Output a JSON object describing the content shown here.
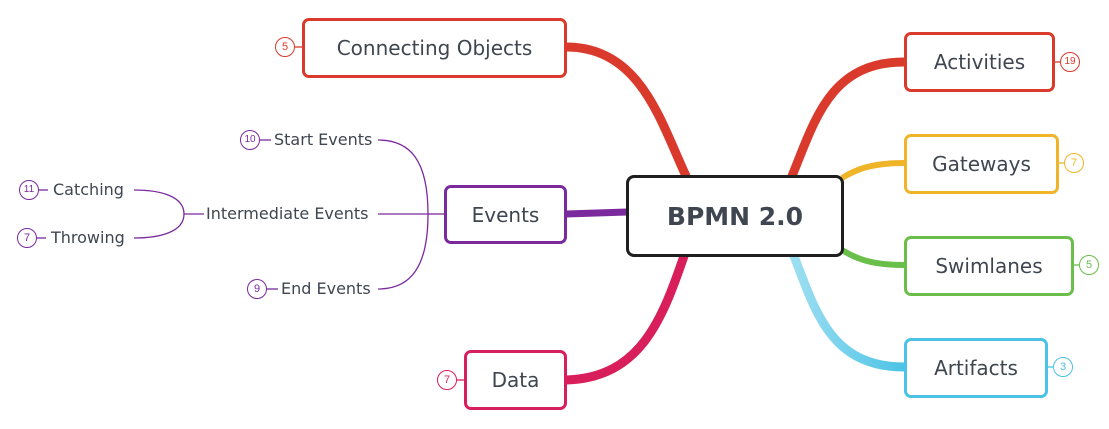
{
  "root": {
    "label": "BPMN 2.0"
  },
  "branches": {
    "connecting_objects": {
      "label": "Connecting Objects",
      "count": "5",
      "color": "#d93a2b"
    },
    "events": {
      "label": "Events",
      "color": "#7b2a9e"
    },
    "data": {
      "label": "Data",
      "count": "7",
      "color": "#d81e5b"
    },
    "activities": {
      "label": "Activities",
      "count": "19",
      "color": "#d93a2b"
    },
    "gateways": {
      "label": "Gateways",
      "count": "7",
      "color": "#f0b429"
    },
    "swimlanes": {
      "label": "Swimlanes",
      "count": "5",
      "color": "#6abf4b"
    },
    "artifacts": {
      "label": "Artifacts",
      "count": "3",
      "color": "#4cc3e6"
    }
  },
  "events_children": {
    "start": {
      "label": "Start Events",
      "count": "10"
    },
    "intermediate": {
      "label": "Intermediate Events"
    },
    "end": {
      "label": "End Events",
      "count": "9"
    },
    "catching": {
      "label": "Catching",
      "count": "11"
    },
    "throwing": {
      "label": "Throwing",
      "count": "7"
    }
  }
}
